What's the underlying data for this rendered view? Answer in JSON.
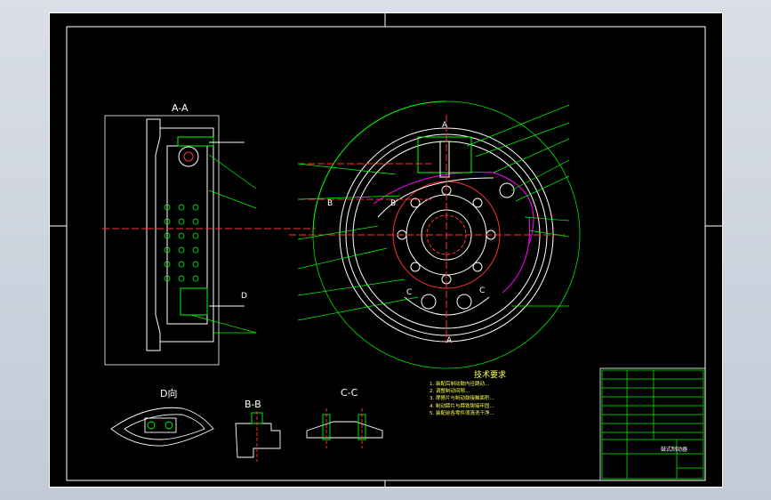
{
  "views": {
    "section_aa": "A-A",
    "detail_d": "D向",
    "section_bb": "B-B",
    "section_cc": "C-C"
  },
  "markers": {
    "a_top": "A",
    "a_bottom": "A",
    "b_left": "B",
    "b_right": "B",
    "c_left": "C",
    "c_right": "C",
    "d_marker": "D"
  },
  "notes": {
    "title": "技术要求",
    "items": [
      "1. 装配后制动鼓内径跳动...",
      "2. 调整制动间隙...",
      "3. 摩擦片与制动鼓接触面积...",
      "4. 制动蹄片与蹄铁铆接牢固...",
      "5. 装配前各零件须清洗干净..."
    ]
  },
  "title_block": {
    "drawing_title": "鼓式制动器",
    "colors": {
      "border": "#ffffff",
      "block": "#00ff00"
    }
  },
  "colors": {
    "background": "#000000",
    "geometry": "#ffffff",
    "centerline": "#ff3333",
    "leader": "#00ff00",
    "section": "#ff00ff",
    "text": "#ffff55"
  }
}
